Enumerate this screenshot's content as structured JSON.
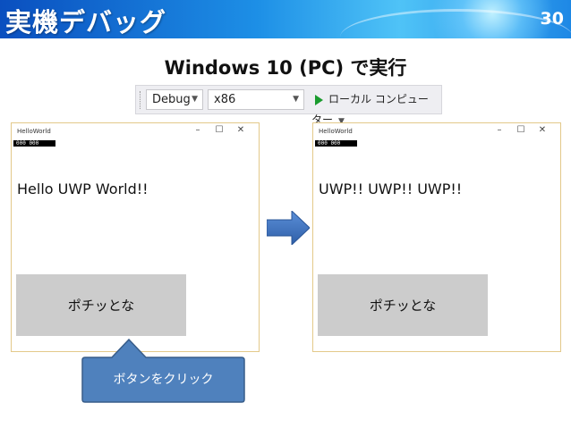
{
  "header": {
    "title": "実機デバッグ",
    "page_number": "30"
  },
  "subtitle": "Windows 10 (PC) で実行",
  "toolbar": {
    "config": "Debug",
    "platform": "x86",
    "run_target": "ローカル コンピューター"
  },
  "windows": [
    {
      "title": "HelloWorld",
      "fps_counter": "000   000",
      "text": "Hello UWP World!!",
      "button_label": "ポチッとな"
    },
    {
      "title": "HelloWorld",
      "fps_counter": "000   000",
      "text": "UWP!! UWP!! UWP!!",
      "button_label": "ポチッとな"
    }
  ],
  "window_controls": {
    "minimize": "–",
    "maximize": "☐",
    "close": "✕"
  },
  "callout": {
    "text": "ボタンをクリック"
  },
  "colors": {
    "banner": "#1d8fe6",
    "arrow": "#3a6fc4",
    "callout": "#4f81bd",
    "window_border": "#e3c98a",
    "button_bg": "#cccccc"
  }
}
